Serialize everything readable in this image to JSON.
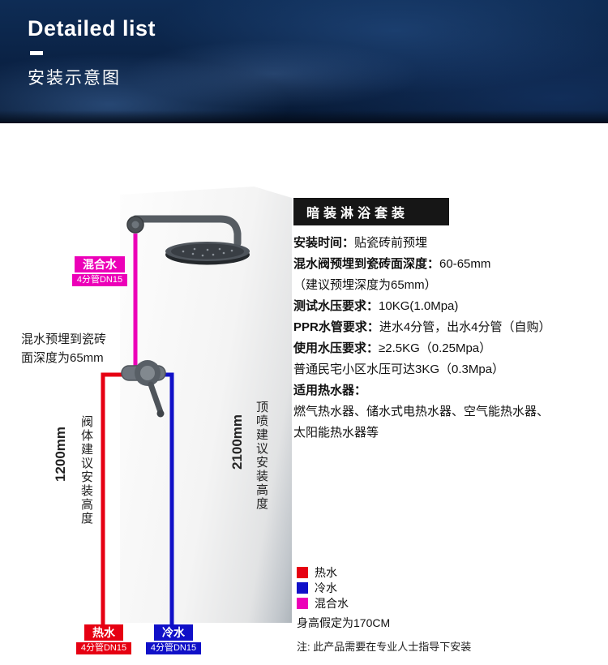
{
  "colors": {
    "hot": "#e60012",
    "cold": "#1010c8",
    "mixed": "#ec00b8",
    "header_bg": "#0a2244",
    "title_box": "#161616"
  },
  "header": {
    "title": "Detailed list",
    "subtitle": "安装示意图"
  },
  "diagram": {
    "mixed": {
      "label": "混合水",
      "pipe": "4分管DN15"
    },
    "hot": {
      "label": "热水",
      "pipe": "4分管DN15"
    },
    "cold": {
      "label": "冷水",
      "pipe": "4分管DN15"
    },
    "depth_note_line1": "混水预埋到瓷砖",
    "depth_note_line2": "面深度为65mm",
    "valve_height": {
      "value": "1200mm",
      "label": "阀体建议安装高度"
    },
    "shower_height": {
      "value": "2100mm",
      "label": "顶喷建议安装高度"
    }
  },
  "info": {
    "title": "暗装淋浴套装",
    "lines": [
      {
        "bold": "安装时间：",
        "rest": "贴瓷砖前预埋"
      },
      {
        "bold": "混水阀预埋到瓷砖面深度：",
        "rest": "60-65mm"
      },
      {
        "bold": "",
        "rest": "（建议预埋深度为65mm）"
      },
      {
        "bold": "测试水压要求：",
        "rest": "10KG(1.0Mpa)"
      },
      {
        "bold": "PPR水管要求：",
        "rest": "进水4分管，出水4分管（自购）"
      },
      {
        "bold": "使用水压要求：",
        "rest": "≥2.5KG（0.25Mpa）"
      },
      {
        "bold": "",
        "rest": "普通民宅小区水压可达3KG（0.3Mpa）"
      },
      {
        "bold": "适用热水器：",
        "rest": ""
      },
      {
        "bold": "",
        "rest": "燃气热水器、储水式电热水器、空气能热水器、"
      },
      {
        "bold": "",
        "rest": "太阳能热水器等"
      }
    ]
  },
  "legend": {
    "items": [
      {
        "label": "热水",
        "color": "#e60012"
      },
      {
        "label": "冷水",
        "color": "#1010c8"
      },
      {
        "label": "混合水",
        "color": "#ec00b8"
      }
    ],
    "height_note": "身高假定为170CM",
    "note": "注: 此产品需要在专业人士指导下安装"
  }
}
